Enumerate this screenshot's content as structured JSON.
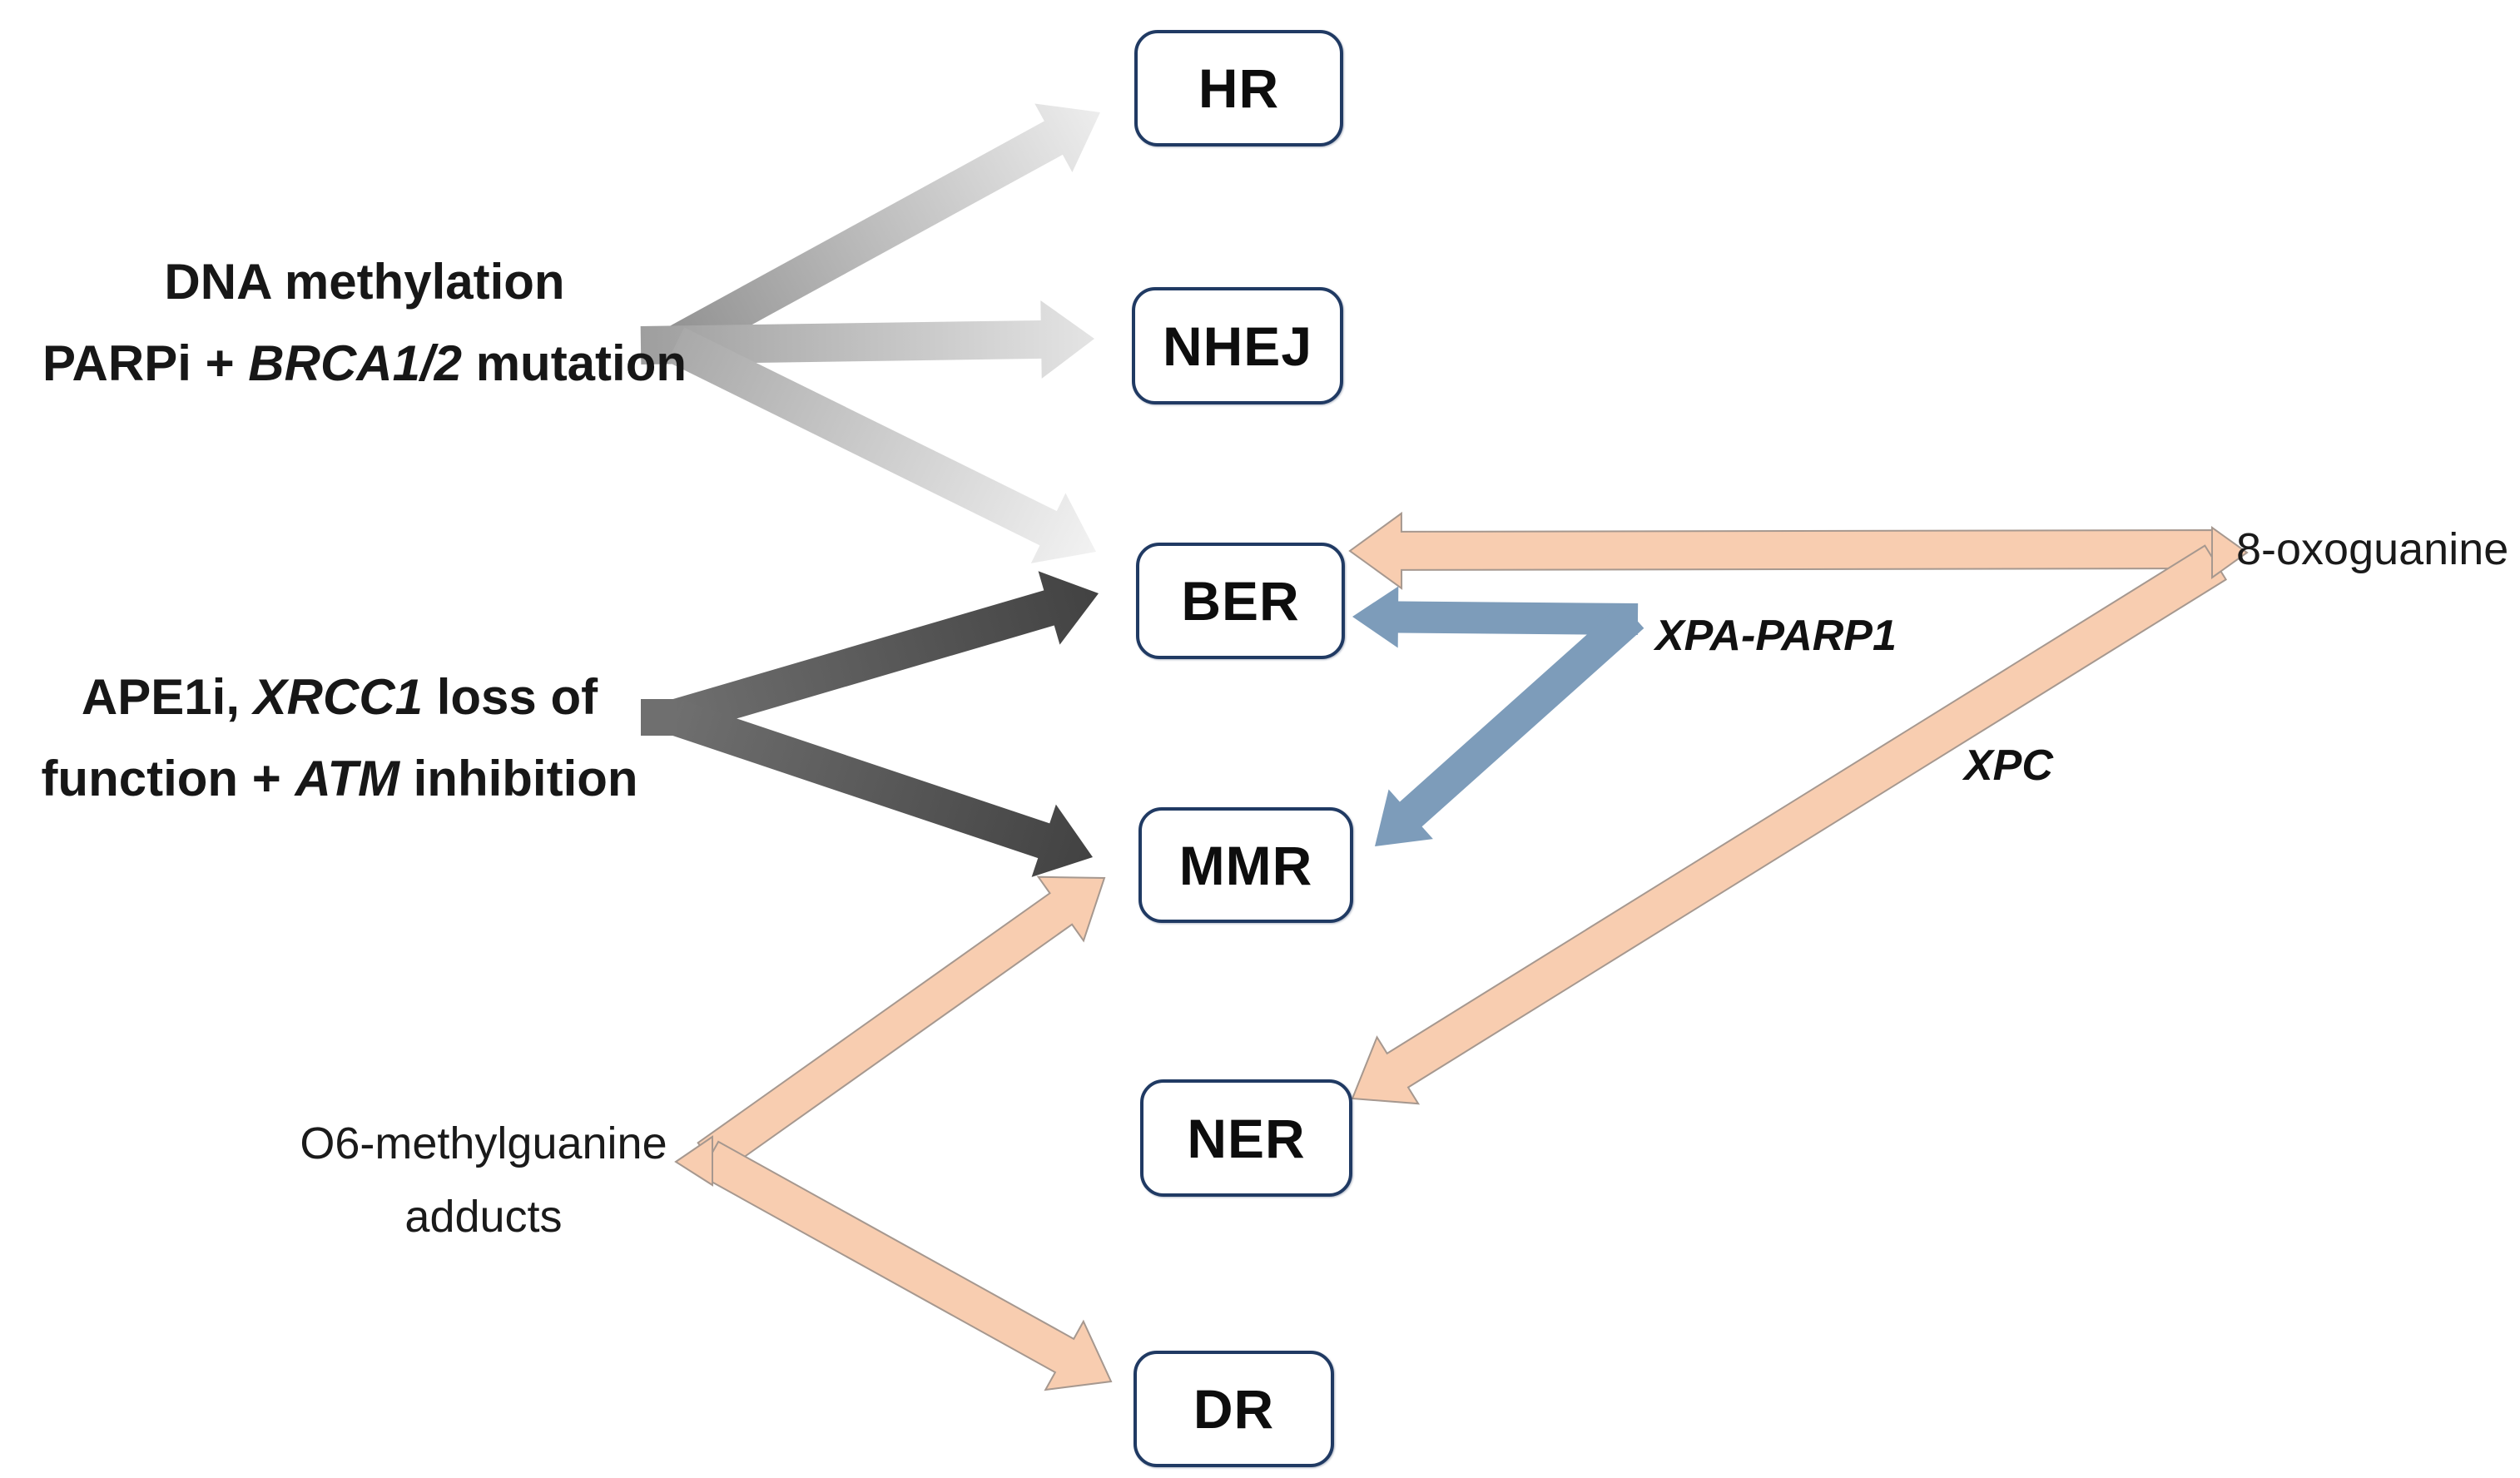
{
  "diagram_title": "DNA repair pathway targeting diagram",
  "nodes": {
    "hr": {
      "label": "HR"
    },
    "nhej": {
      "label": "NHEJ"
    },
    "ber": {
      "label": "BER"
    },
    "mmr": {
      "label": "MMR"
    },
    "ner": {
      "label": "NER"
    },
    "dr": {
      "label": "DR"
    }
  },
  "labels": {
    "dna_methylation": {
      "lines": [
        [
          {
            "t": "DNA methylation"
          }
        ],
        [
          {
            "t": "PARPi + "
          },
          {
            "t": "BRCA1/2",
            "i": true
          },
          {
            "t": " mutation"
          }
        ]
      ]
    },
    "ape1i": {
      "lines": [
        [
          {
            "t": "APE1i, "
          },
          {
            "t": "XRCC1",
            "i": true
          },
          {
            "t": " loss of"
          }
        ],
        [
          {
            "t": "function + "
          },
          {
            "t": "ATM",
            "i": true
          },
          {
            "t": " inhibition"
          }
        ]
      ]
    },
    "o6mg": {
      "lines": [
        [
          {
            "t": "O6-methylguanine"
          }
        ],
        [
          {
            "t": "adducts"
          }
        ]
      ]
    },
    "oxo": {
      "lines": [
        [
          {
            "t": "8-oxoguanine"
          }
        ]
      ]
    },
    "xpa_parp1": {
      "lines": [
        [
          {
            "t": "XPA-PARP1",
            "i": true
          }
        ]
      ]
    },
    "xpc": {
      "lines": [
        [
          {
            "t": "XPC",
            "i": true
          }
        ]
      ]
    }
  },
  "connections": [
    {
      "id": "dnameth-hr",
      "from": "dna_methylation",
      "to": "hr",
      "style": "grey-to-hr"
    },
    {
      "id": "dnameth-nhej",
      "from": "dna_methylation",
      "to": "nhej",
      "style": "grey-to-nhej"
    },
    {
      "id": "dnameth-ber",
      "from": "dna_methylation",
      "to": "ber",
      "style": "grey-to-ber"
    },
    {
      "id": "ape1i-ber",
      "from": "ape1i",
      "to": "ber",
      "style": "dark"
    },
    {
      "id": "ape1i-mmr",
      "from": "ape1i",
      "to": "mmr",
      "style": "dark"
    },
    {
      "id": "o6mg-mmr",
      "from": "o6mg",
      "to": "mmr",
      "style": "peach"
    },
    {
      "id": "o6mg-dr",
      "from": "o6mg",
      "to": "dr",
      "style": "peach"
    },
    {
      "id": "oxo-ber",
      "from": "oxo",
      "to": "ber",
      "style": "peach"
    },
    {
      "id": "oxo-ner",
      "from": "oxo",
      "to": "ner",
      "style": "peach",
      "via_label": "xpc"
    },
    {
      "id": "xpa-ber",
      "from": "xpa_parp1",
      "to": "ber",
      "style": "blue"
    },
    {
      "id": "xpa-mmr",
      "from": "xpa_parp1",
      "to": "mmr",
      "style": "blue"
    }
  ],
  "colors": {
    "node_border": "#203A63",
    "peach": "#F8CDB0",
    "peach_outline": "#A6988F",
    "blue": "#7D9CBA",
    "grey_tail": "#979797",
    "grey_head": "#EDEDED",
    "dark_tail": "#6F6F6F",
    "dark_head": "#454545"
  }
}
